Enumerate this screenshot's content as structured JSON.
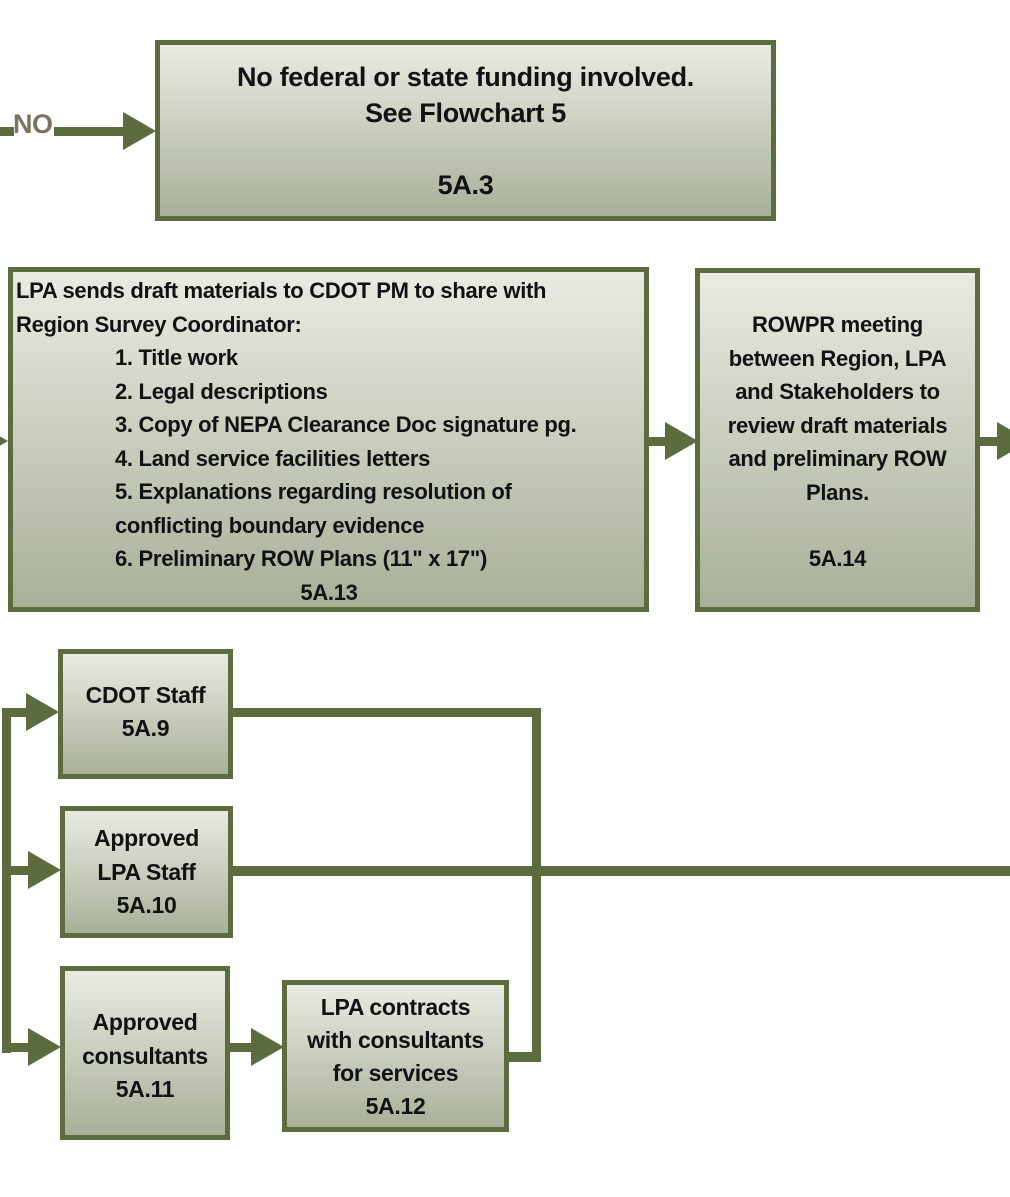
{
  "diagram": {
    "type": "flowchart",
    "colors": {
      "line": "#5d6c3f",
      "box_border": "#5d6c3f",
      "box_gradient_top": "#e9ebe2",
      "box_gradient_bottom": "#a8b099",
      "text": "#121212",
      "no_label": "#7b755e",
      "background": "#ffffff"
    }
  },
  "labels": {
    "no": "NO"
  },
  "nodes": {
    "no_funding": {
      "lines": [
        "No federal or state funding involved.",
        "See Flowchart 5"
      ],
      "code": "5A.3"
    },
    "lpa_sends": {
      "intro": [
        "LPA sends draft materials to CDOT PM to share with",
        "Region Survey Coordinator:"
      ],
      "items": [
        "1. Title work",
        "2. Legal descriptions",
        "3. Copy of NEPA Clearance Doc signature pg.",
        "4. Land service facilities letters",
        "5. Explanations regarding resolution of",
        "conflicting boundary evidence",
        "6. Preliminary ROW Plans (11\" x 17\")"
      ],
      "code": "5A.13"
    },
    "rowpr_meeting": {
      "lines": [
        "ROWPR meeting",
        "between Region, LPA",
        "and Stakeholders to",
        "review draft materials",
        "and preliminary ROW",
        "Plans."
      ],
      "code": "5A.14"
    },
    "cdot_staff": {
      "lines": [
        "CDOT Staff"
      ],
      "code": "5A.9"
    },
    "approved_lpa_staff": {
      "lines": [
        "Approved",
        "LPA Staff"
      ],
      "code": "5A.10"
    },
    "approved_consultants": {
      "lines": [
        "Approved",
        "consultants"
      ],
      "code": "5A.11"
    },
    "lpa_contracts": {
      "lines": [
        "LPA contracts",
        "with consultants",
        "for services"
      ],
      "code": "5A.12"
    }
  }
}
